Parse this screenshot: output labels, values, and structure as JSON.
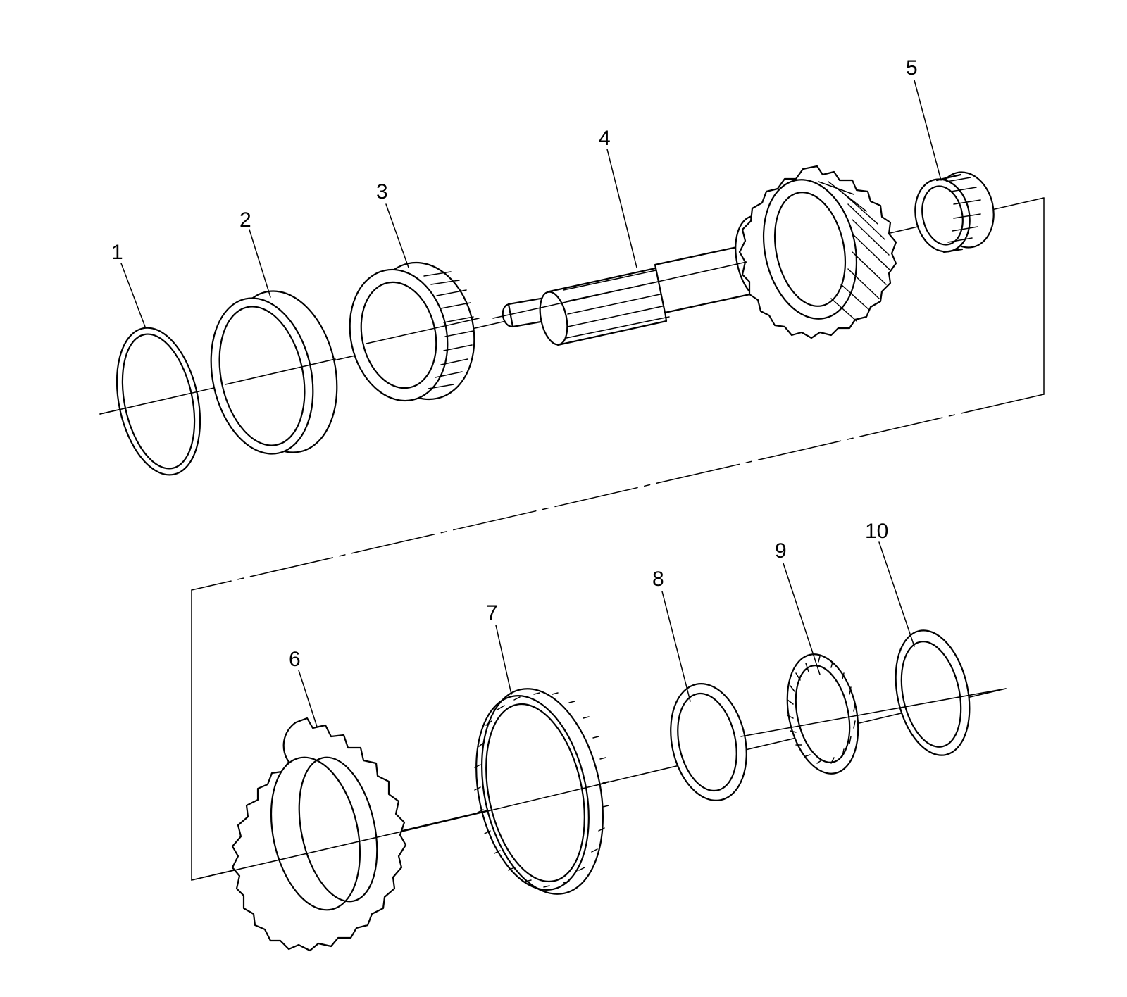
{
  "diagram": {
    "callouts": [
      {
        "id": "part-1",
        "label": "1"
      },
      {
        "id": "part-2",
        "label": "2"
      },
      {
        "id": "part-3",
        "label": "3"
      },
      {
        "id": "part-4",
        "label": "4"
      },
      {
        "id": "part-5",
        "label": "5"
      },
      {
        "id": "part-6",
        "label": "6"
      },
      {
        "id": "part-7",
        "label": "7"
      },
      {
        "id": "part-8",
        "label": "8"
      },
      {
        "id": "part-9",
        "label": "9"
      },
      {
        "id": "part-10",
        "label": "10"
      }
    ]
  }
}
